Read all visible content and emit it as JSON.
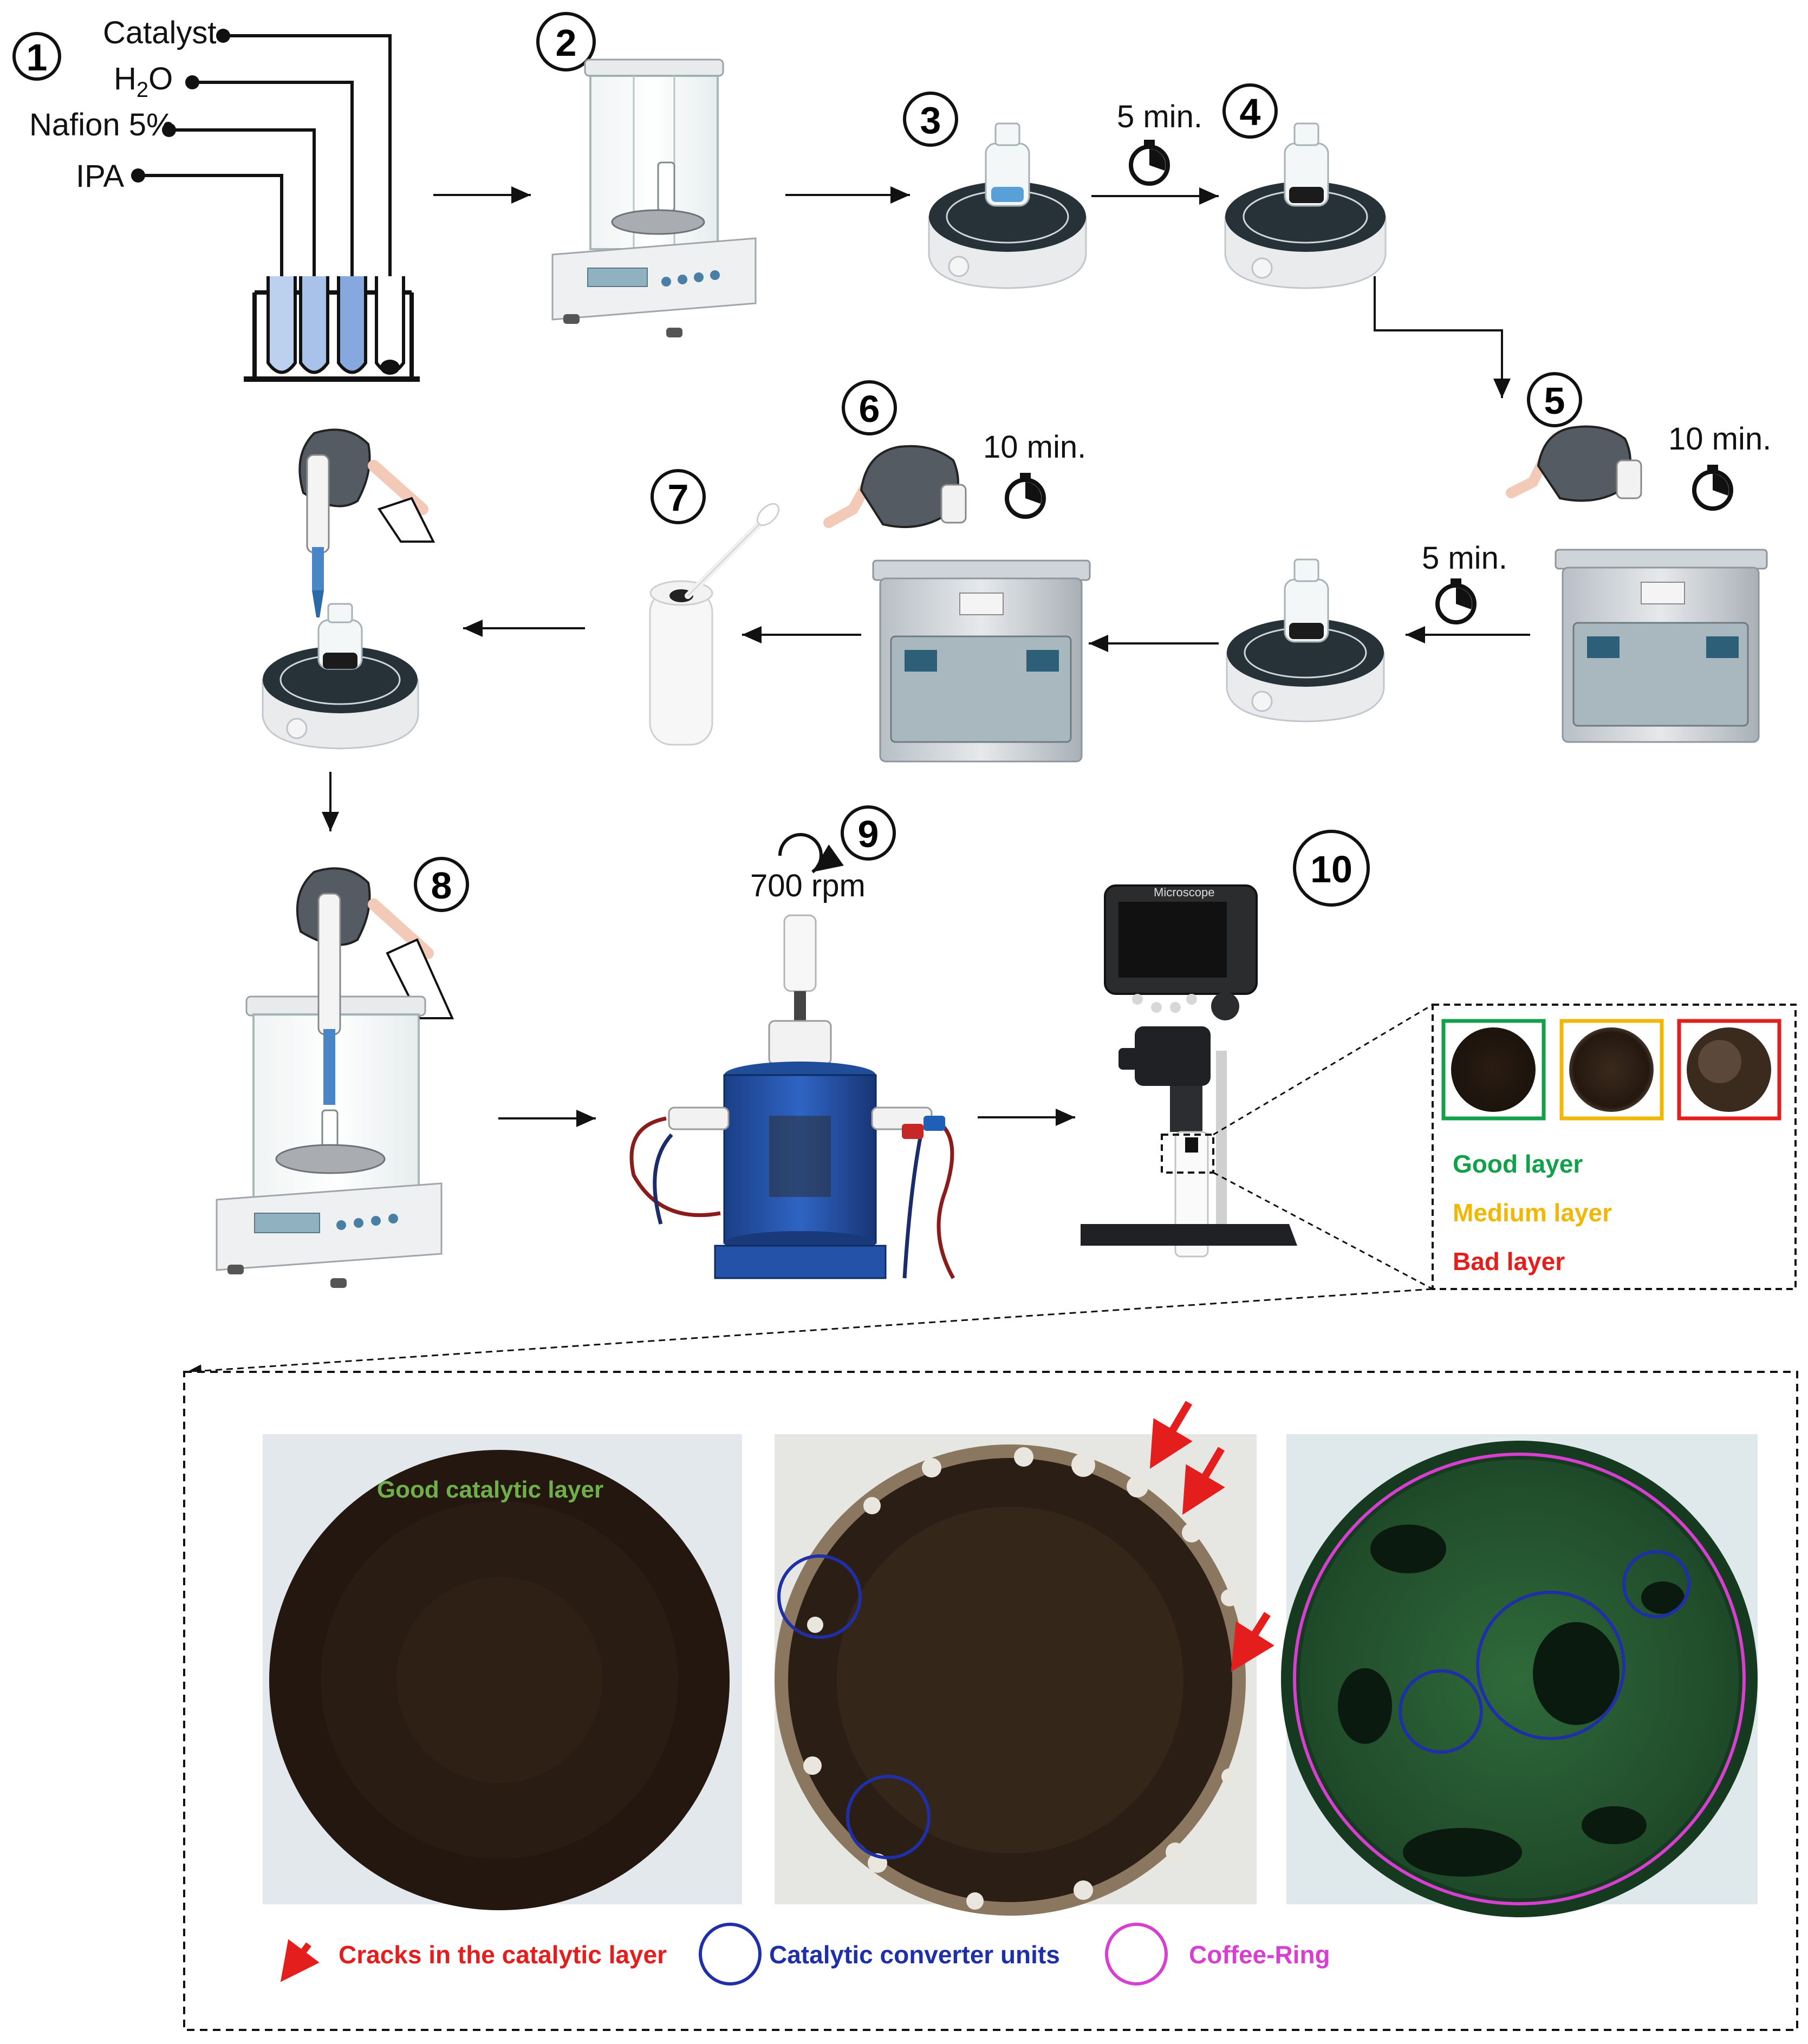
{
  "steps": [
    "1",
    "2",
    "3",
    "4",
    "5",
    "6",
    "7",
    "8",
    "9",
    "10"
  ],
  "reagents": [
    "Catalyst",
    "H2O",
    "Nafion 5%",
    "IPA"
  ],
  "times": {
    "t34": "5 min.",
    "t5": "10 min.",
    "t5b": "5 min.",
    "t6": "10 min."
  },
  "rotation": "700 rpm",
  "quality_labels": [
    {
      "text": "Good layer",
      "color": "#12a04a"
    },
    {
      "text": "Medium layer",
      "color": "#f2b705"
    },
    {
      "text": "Bad layer",
      "color": "#e41d1d"
    }
  ],
  "microscope_label": "Microscope",
  "photo_label": "Good catalytic layer",
  "legend": [
    {
      "text": "Cracks in the catalytic layer",
      "color": "#e41d1d",
      "icon": "red-arrow-icon"
    },
    {
      "text": "Catalytic converter units",
      "color": "#1f2fa8",
      "icon": "blue-circle-icon"
    },
    {
      "text": "Coffee-Ring",
      "color": "#d63fd0",
      "icon": "magenta-circle-icon"
    }
  ]
}
